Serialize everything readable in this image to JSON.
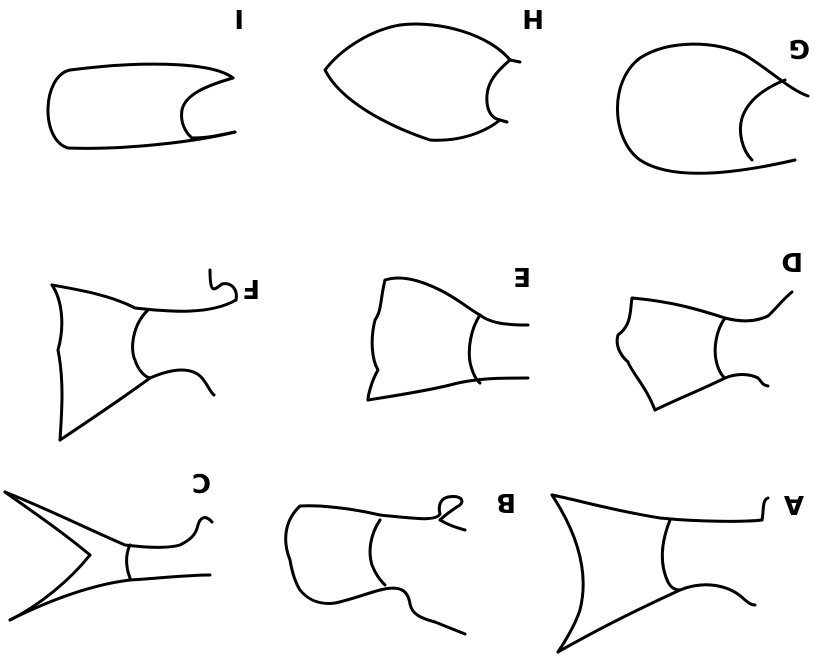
{
  "figure": {
    "stroke_color": "#000000",
    "background": "#ffffff",
    "panels": [
      {
        "id": "A",
        "label": "A"
      },
      {
        "id": "B",
        "label": "B"
      },
      {
        "id": "C",
        "label": "C"
      },
      {
        "id": "D",
        "label": "D"
      },
      {
        "id": "E",
        "label": "E"
      },
      {
        "id": "F",
        "label": "F"
      },
      {
        "id": "G",
        "label": "G"
      },
      {
        "id": "H",
        "label": "H"
      },
      {
        "id": "I",
        "label": "I"
      }
    ]
  }
}
